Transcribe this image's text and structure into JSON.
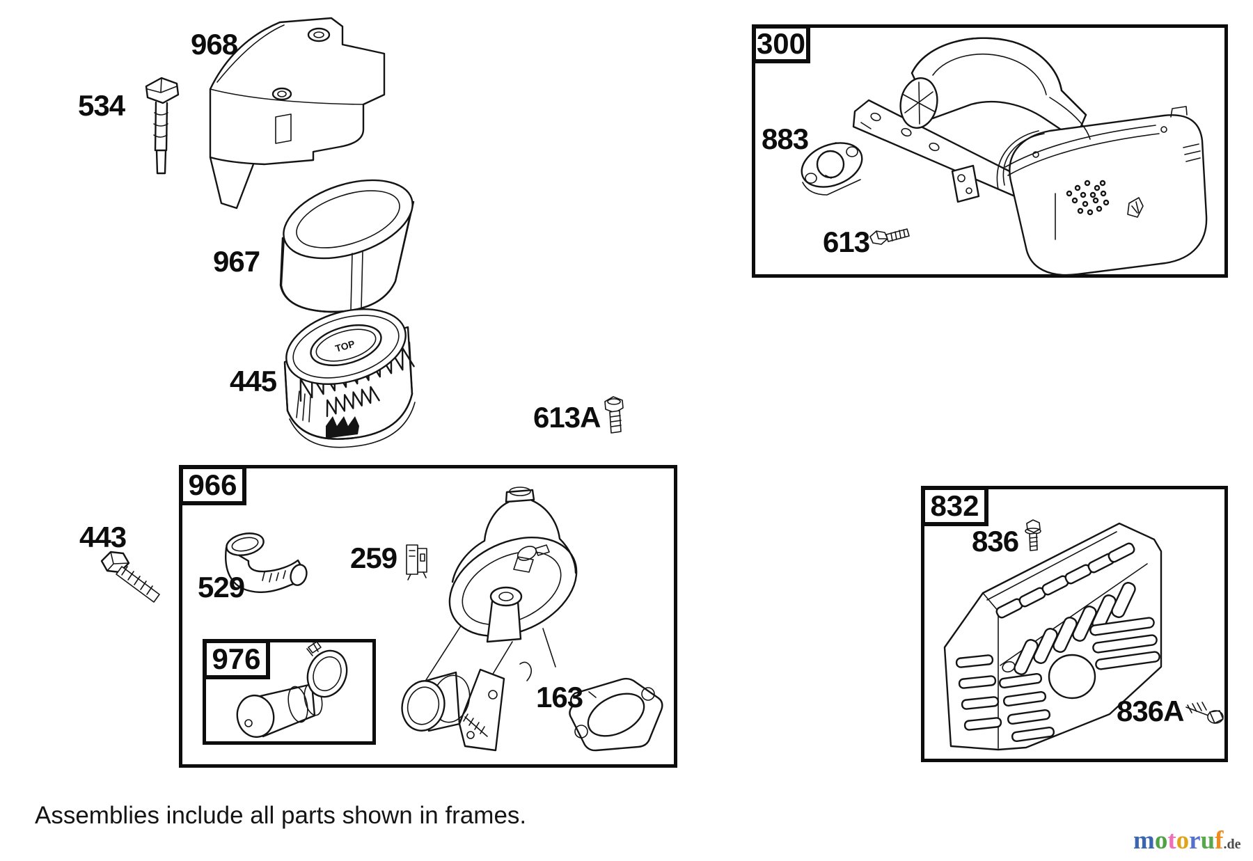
{
  "page": {
    "caption": "Assemblies include all parts shown in frames.",
    "background_color": "#ffffff",
    "line_color": "#141414"
  },
  "frames": {
    "f300": {
      "label": "300"
    },
    "f966": {
      "label": "966"
    },
    "f976": {
      "label": "976"
    },
    "f832": {
      "label": "832"
    }
  },
  "parts": {
    "p968": {
      "label": "968"
    },
    "p534": {
      "label": "534"
    },
    "p967": {
      "label": "967"
    },
    "p445": {
      "label": "445",
      "marking": "TOP"
    },
    "p613A": {
      "label": "613A"
    },
    "p443": {
      "label": "443"
    },
    "p529": {
      "label": "529"
    },
    "p259": {
      "label": "259"
    },
    "p163": {
      "label": "163"
    },
    "p883": {
      "label": "883"
    },
    "p613": {
      "label": "613"
    },
    "p836": {
      "label": "836"
    },
    "p836A": {
      "label": "836A"
    }
  },
  "logo": {
    "word": "motoruf",
    "suffix": ".de",
    "suffix_color": "#4a4a4a",
    "letters": [
      {
        "char": "m",
        "color": "#3a66b0"
      },
      {
        "char": "o",
        "color": "#4fa344"
      },
      {
        "char": "t",
        "color": "#ef6fb8"
      },
      {
        "char": "o",
        "color": "#e0a41c"
      },
      {
        "char": "r",
        "color": "#5470cc"
      },
      {
        "char": "u",
        "color": "#58a84c"
      },
      {
        "char": "f",
        "color": "#ef8c1e"
      }
    ]
  }
}
